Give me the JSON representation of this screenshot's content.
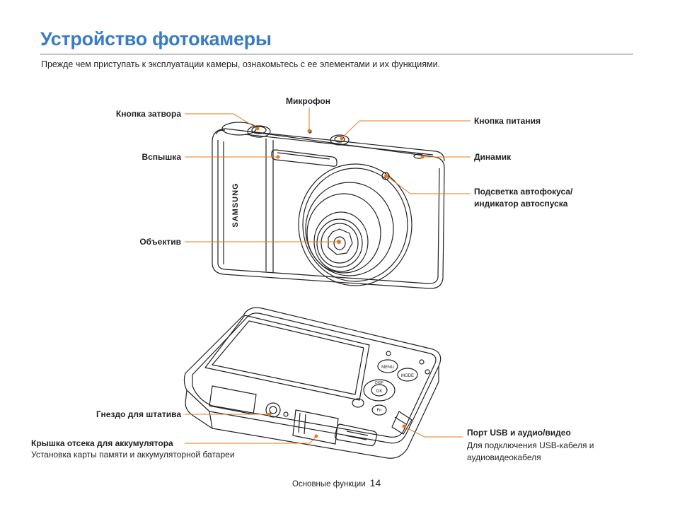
{
  "page": {
    "title": "Устройство фотокамеры",
    "intro": "Прежде чем приступать к эксплуатации камеры, ознакомьтесь с ее элементами и их функциями."
  },
  "front_labels": {
    "shutter": "Кнопка затвора",
    "flash": "Вспышка",
    "lens": "Объектив",
    "microphone": "Микрофон",
    "power": "Кнопка питания",
    "speaker": "Динамик",
    "af_lamp_line1": "Подсветка автофокуса/",
    "af_lamp_line2": "индикатор автоспуска"
  },
  "back_labels": {
    "tripod": "Гнездо для штатива",
    "battery_cover": "Крышка отсека для аккумулятора",
    "battery_cover_desc": "Установка карты памяти и аккумуляторной батареи",
    "usb_port": "Порт USB и аудио/видео",
    "usb_desc_line1": "Для подключения USB-кабеля и",
    "usb_desc_line2": "аудиовидеокабеля"
  },
  "camera_markings": {
    "brand": "SAMSUNG",
    "menu": "MENU",
    "mode": "MODE",
    "ok": "OK",
    "disp": "DISP",
    "fn": "Fn"
  },
  "footer": {
    "section": "Основные функции",
    "page_number": "14"
  },
  "colors": {
    "title": "#3a7cc3",
    "callout": "#e07b1f"
  }
}
